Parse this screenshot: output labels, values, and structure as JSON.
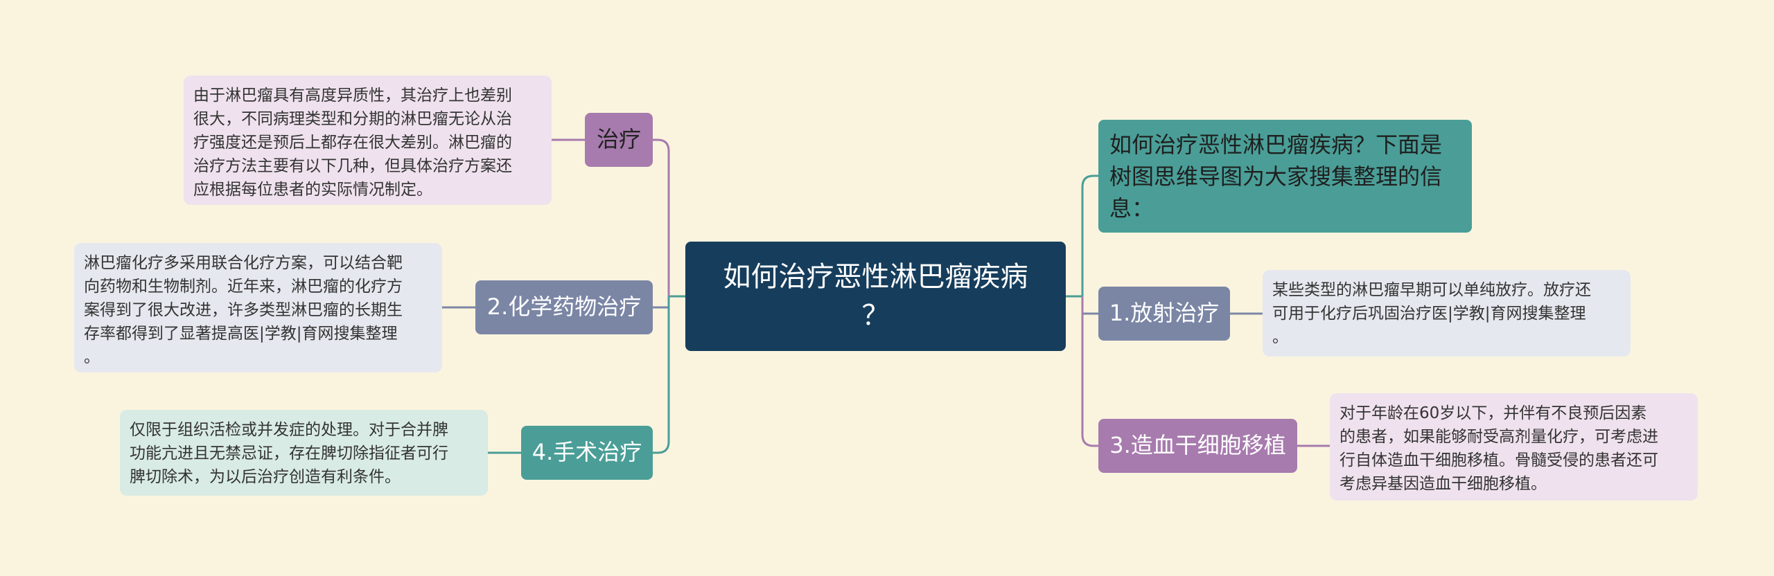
{
  "root": {
    "title": "如何治疗恶性淋巴瘤疾病\n？"
  },
  "intro": {
    "text": "如何治疗恶性淋巴瘤疾病？下面是\n树图思维导图为大家搜集整理的信\n息："
  },
  "branches": {
    "zhiliao": {
      "label": "治疗",
      "note": "由于淋巴瘤具有高度异质性，其治疗上也差别\n很大，不同病理类型和分期的淋巴瘤无论从治\n疗强度还是预后上都存在很大差别。淋巴瘤的\n治疗方法主要有以下几种，但具体治疗方案还\n应根据每位患者的实际情况制定。"
    },
    "huaxue": {
      "label": "2.化学药物治疗",
      "note": "淋巴瘤化疗多采用联合化疗方案，可以结合靶\n向药物和生物制剂。近年来，淋巴瘤的化疗方\n案得到了很大改进，许多类型淋巴瘤的长期生\n存率都得到了显著提高医|学教|育网搜集整理\n。"
    },
    "shoushu": {
      "label": "4.手术治疗",
      "note": "仅限于组织活检或并发症的处理。对于合并脾\n功能亢进且无禁忌证，存在脾切除指征者可行\n脾切除术，为以后治疗创造有利条件。"
    },
    "fangshe": {
      "label": "1.放射治疗",
      "note": "某些类型的淋巴瘤早期可以单纯放疗。放疗还\n可用于化疗后巩固治疗医|学教|育网搜集整理\n。"
    },
    "zaoxue": {
      "label": "3.造血干细胞移植",
      "note": "对于年龄在60岁以下，并伴有不良预后因素\n的患者，如果能够耐受高剂量化疗，可考虑进\n行自体造血干细胞移植。骨髓受侵的患者还可\n考虑异基因造血干细胞移植。"
    }
  },
  "colors": {
    "background": "#faf4df",
    "root": "#163d5c",
    "teal": "#4a9e97",
    "purple": "#a77bad",
    "slate": "#7b86a5"
  }
}
